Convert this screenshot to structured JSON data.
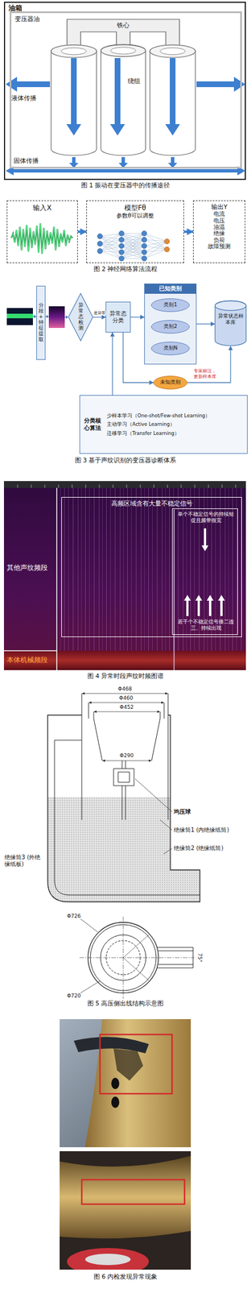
{
  "diagram": {
    "nodes": [
      {
        "text": [
          "油箱"
        ]
      },
      {
        "text": [
          "变压器油"
        ],
        "in": 0
      },
      {
        "text": [
          "铁心"
        ],
        "in": 1
      },
      {
        "text": [
          "绕组"
        ],
        "in": 1
      },
      {
        "text": [
          "输入X"
        ]
      },
      {
        "text": [
          "模型Fθ",
          "参数θ可以调整"
        ]
      },
      {
        "text": [
          "输出Y",
          "电流",
          "电压",
          "油温",
          "绝缘",
          "负荷",
          "故障预测"
        ]
      },
      {
        "text": [
          "分段+特征提取"
        ]
      },
      {
        "text": [
          "异常态检测"
        ]
      },
      {
        "text": [
          "异常态分类"
        ]
      },
      {
        "text": [
          "已知类别"
        ]
      },
      {
        "text": [
          "类别1"
        ],
        "in": 10
      },
      {
        "text": [
          "类别2"
        ],
        "in": 10
      },
      {
        "text": [
          "类别N"
        ],
        "in": 10
      },
      {
        "text": [
          "异常状态样本库"
        ]
      },
      {
        "text": [
          "未知类别"
        ]
      },
      {
        "text": [
          "分类核心算法",
          "少样本学习（One-shot/Few-shot Learning）",
          "主动学习（Active Learning）",
          "迁移学习（Transfer Learning）"
        ]
      },
      {
        "text": [
          "高频区域含有大量不稳定信号"
        ]
      },
      {
        "text": [
          "单个不稳定信号的持续短促且频带很宽",
          "若干个不稳定信号接二连三、持续出现"
        ],
        "in": 17
      }
    ],
    "edges": [
      {
        "from": 4,
        "to": 5,
        "arrow": "to"
      },
      {
        "from": 5,
        "to": 6,
        "arrow": "to"
      },
      {
        "from": 8,
        "to": 9,
        "label": "是异常",
        "arrow": "to"
      },
      {
        "from": 9,
        "to": 10,
        "arrow": "to"
      },
      {
        "from": 9,
        "to": 15,
        "arrow": "to"
      },
      {
        "from": 10,
        "to": 14,
        "arrow": "to"
      },
      {
        "from": 15,
        "to": 14,
        "label": "专家标注，更新样本库",
        "arrow": "to"
      },
      {
        "from": 16,
        "to": 9,
        "arrow": "to"
      }
    ],
    "labels": [
      "液体传播",
      "固体传播",
      "图 1 振动在变压器中的传播途径",
      "图 2 神经网络算法流程",
      "图 3 基于声纹识别的变压器诊断体系",
      "其他声纹频段",
      "本体机械频段",
      "图 4 异常时段声纹时频图谱",
      "Φ468",
      "Φ460",
      "Φ452",
      "Φ290",
      "均压球",
      "绝缘筒1 (内绝缘纸筒)",
      "绝缘筒2 (绝缘纸筒)",
      "绝缘筒3 (外绝缘纸板)",
      "Φ726",
      "Φ720",
      "75°",
      "图 5 高压侧出线结构示意图",
      "图 6 内检发现异常现象"
    ]
  }
}
